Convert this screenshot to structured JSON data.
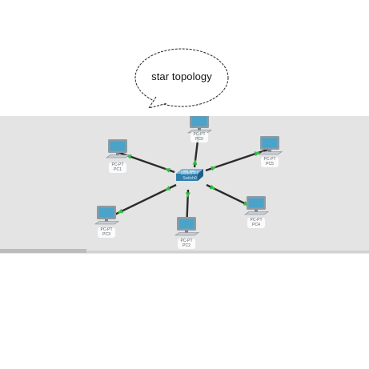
{
  "callout": {
    "text": "star topology"
  },
  "diagram": {
    "switch": {
      "type_label": "Switch-PT",
      "name_label": "Switch0"
    },
    "nodes": [
      {
        "id": "pc0",
        "type_label": "PC-PT",
        "name_label": "PC0"
      },
      {
        "id": "pc1",
        "type_label": "PC-PT",
        "name_label": "PC1"
      },
      {
        "id": "pc2",
        "type_label": "PC-PT",
        "name_label": "PC2"
      },
      {
        "id": "pc3",
        "type_label": "PC-PT",
        "name_label": "PC3"
      },
      {
        "id": "pc4",
        "type_label": "PC-PT",
        "name_label": "PC4"
      },
      {
        "id": "pc5",
        "type_label": "PC-PT",
        "name_label": "PC5"
      }
    ],
    "link_color": "#2b2b2b",
    "link_status_color": "#2fbf3f",
    "pc_screen_color": "#4aa3c9",
    "switch_color": "#2f7fae"
  }
}
